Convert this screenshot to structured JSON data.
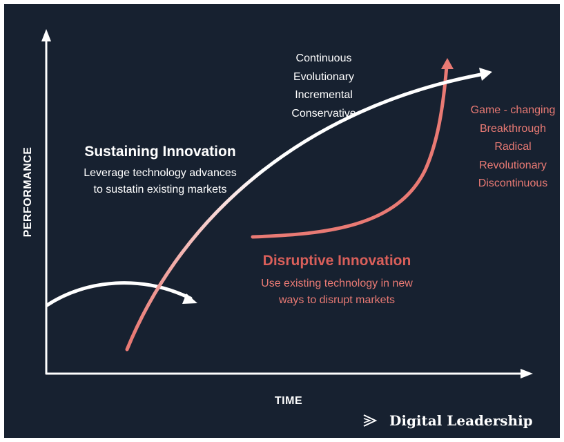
{
  "axes": {
    "y_label": "PERFORMANCE",
    "x_label": "TIME"
  },
  "evolutionary_terms": [
    "Continuous",
    "Evolutionary",
    "Incremental",
    "Conservative"
  ],
  "revolutionary_terms": [
    "Game - changing",
    "Breakthrough",
    "Radical",
    "Revolutionary",
    "Discontinuous"
  ],
  "sustaining": {
    "title": "Sustaining Innovation",
    "description": [
      "Leverage technology advances",
      "to sustatin existing markets"
    ]
  },
  "disruptive": {
    "title": "Disruptive Innovation",
    "description": [
      "Use existing technology in new",
      "ways to disrupt markets"
    ]
  },
  "brand": {
    "name": "Digital Leadership",
    "icon": "chevron-right-icon"
  },
  "colors": {
    "background": "#172130",
    "white": "#ffffff",
    "coral": "#e97a74",
    "coral_dark": "#d95f5a"
  }
}
